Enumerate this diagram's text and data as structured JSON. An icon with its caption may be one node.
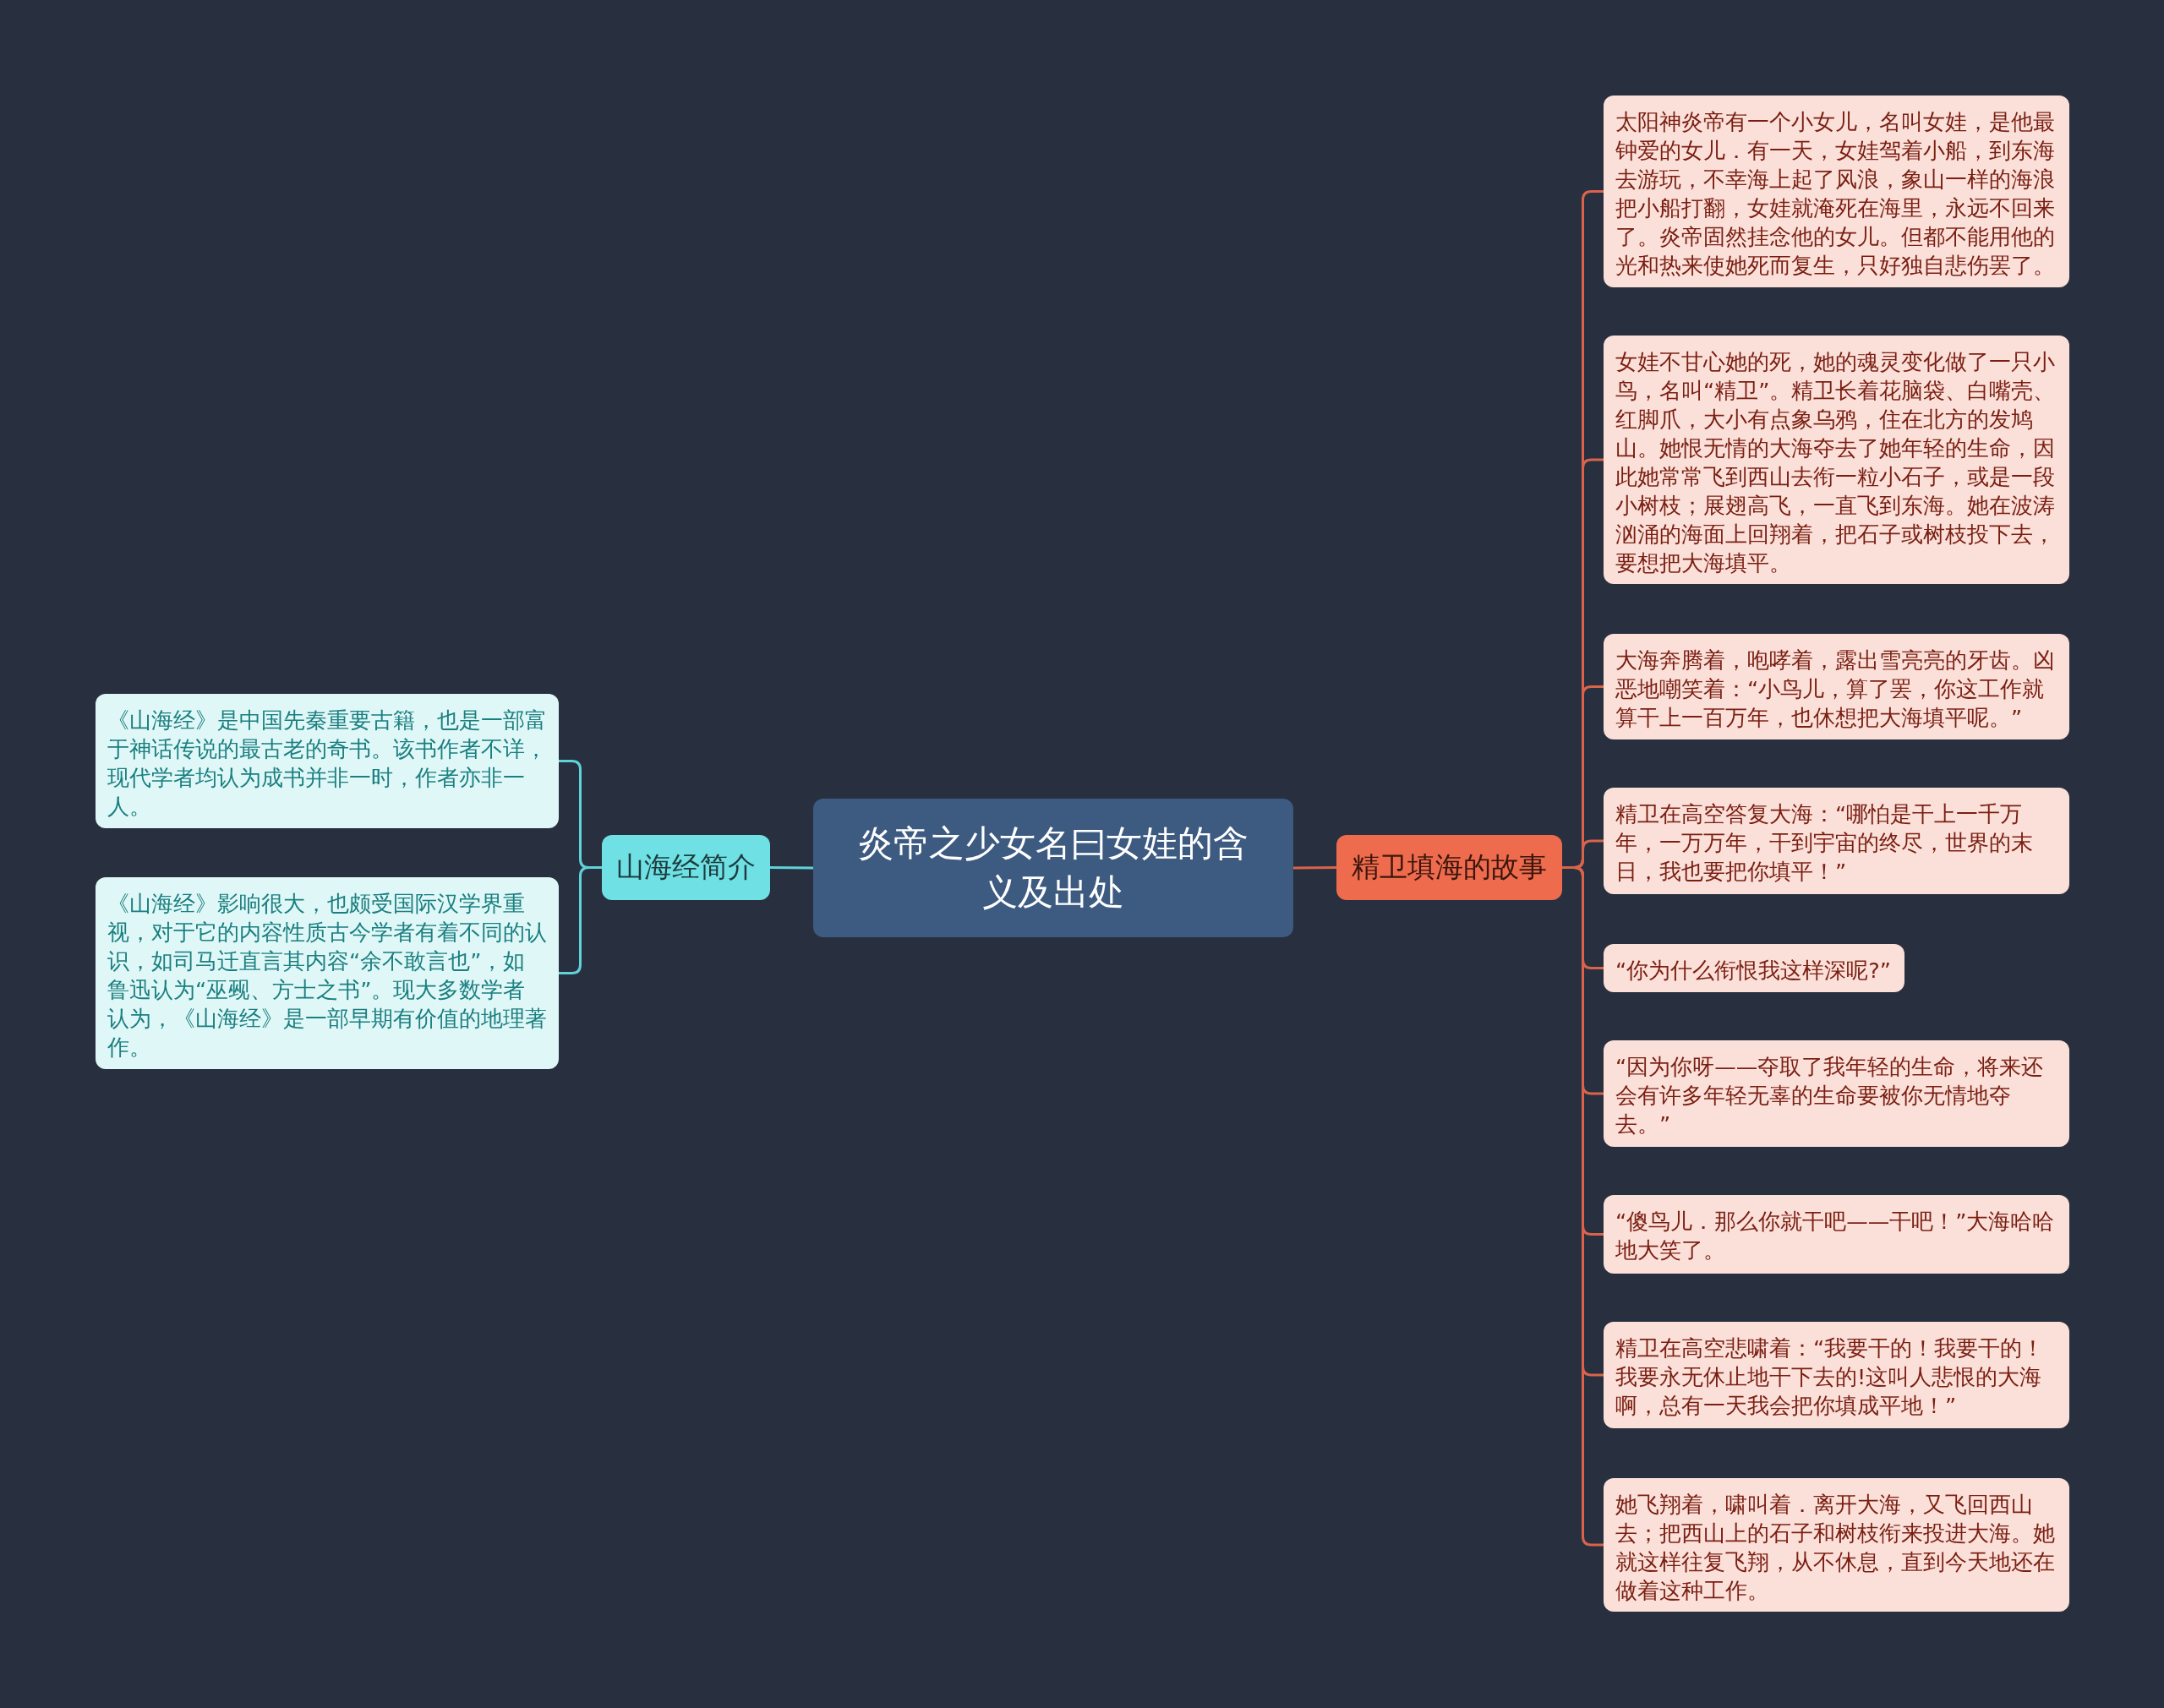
{
  "diagram": {
    "nodes": [
      {
        "text": [
          "炎帝之少女名曰女娃的含义及出处"
        ]
      },
      {
        "text": [
          "山海经简介"
        ]
      },
      {
        "text": [
          "《山海经》是中国先秦重要古籍，也是一部富于神话传说的最古老的奇书。该书作者不详，现代学者均认为成书并非一时，作者亦非一人。"
        ]
      },
      {
        "text": [
          "《山海经》影响很大，也颇受国际汉学界重视，对于它的内容性质古今学者有着不同的认识，如司马迁直言其内容“余不敢言也”，如鲁迅认为“巫觋、方士之书”。现大多数学者认为，《山海经》是一部早期有价值的地理著作。"
        ]
      },
      {
        "text": [
          "精卫填海的故事"
        ]
      },
      {
        "text": [
          "太阳神炎帝有一个小女儿，名叫女娃，是他最钟爱的女儿．有一天，女娃驾着小船，到东海去游玩，不幸海上起了风浪，象山一样的海浪把小船打翻，女娃就淹死在海里，永远不回来了。炎帝固然挂念他的女儿。但都不能用他的光和热来使她死而复生，只好独自悲伤罢了。"
        ]
      },
      {
        "text": [
          "女娃不甘心她的死，她的魂灵变化做了一只小鸟，名叫“精卫”。精卫长着花脑袋、白嘴壳、红脚爪，大小有点象乌鸦，住在北方的发鸠山。她恨无情的大海夺去了她年轻的生命，因此她常常飞到西山去衔一粒小石子，或是一段小树枝；展翅高飞，一直飞到东海。她在波涛汹涌的海面上回翔着，把石子或树枝投下去，要想把大海填平。"
        ]
      },
      {
        "text": [
          "大海奔腾着，咆哮着，露出雪亮亮的牙齿。凶恶地嘲笑着：“小鸟儿，算了罢，你这工作就算干上一百万年，也休想把大海填平呢。”"
        ]
      },
      {
        "text": [
          "精卫在高空答复大海：“哪怕是干上一千万年，一万万年，干到宇宙的终尽，世界的末日，我也要把你填平！”"
        ]
      },
      {
        "text": [
          "“你为什么衔恨我这样深呢?”"
        ]
      },
      {
        "text": [
          "“因为你呀——夺取了我年轻的生命，将来还会有许多年轻无辜的生命要被你无情地夺去。”"
        ]
      },
      {
        "text": [
          "“傻鸟儿．那么你就干吧——干吧！”大海哈哈地大笑了。"
        ]
      },
      {
        "text": [
          "精卫在高空悲啸着：“我要干的！我要干的！我要永无休止地干下去的!这叫人悲恨的大海啊，总有一天我会把你填成平地！”"
        ]
      },
      {
        "text": [
          "她飞翔着，啸叫着．离开大海，又飞回西山去；把西山上的石子和树枝衔来投进大海。她就这样往复飞翔，从不休息，直到今天地还在做着这种工作。"
        ]
      }
    ],
    "edges": [
      {
        "from": 0,
        "to": 1,
        "arrow": "none",
        "color": "#5fd3d8"
      },
      {
        "from": 1,
        "to": 2,
        "arrow": "none",
        "color": "#5fd3d8"
      },
      {
        "from": 1,
        "to": 3,
        "arrow": "none",
        "color": "#5fd3d8"
      },
      {
        "from": 0,
        "to": 4,
        "arrow": "none"
      },
      {
        "from": 4,
        "to": 5,
        "arrow": "none"
      },
      {
        "from": 4,
        "to": 6,
        "arrow": "none"
      },
      {
        "from": 4,
        "to": 7,
        "arrow": "none"
      },
      {
        "from": 4,
        "to": 8,
        "arrow": "none"
      },
      {
        "from": 4,
        "to": 9,
        "arrow": "none"
      },
      {
        "from": 4,
        "to": 10,
        "arrow": "none"
      },
      {
        "from": 4,
        "to": 11,
        "arrow": "none"
      },
      {
        "from": 4,
        "to": 12,
        "arrow": "none"
      },
      {
        "from": 4,
        "to": 13,
        "arrow": "none"
      }
    ]
  }
}
